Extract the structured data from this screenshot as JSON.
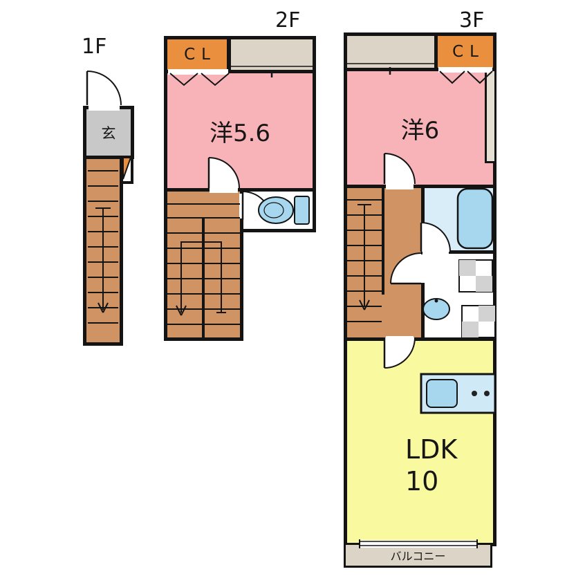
{
  "plan": {
    "floors": {
      "f1": {
        "label": "1F",
        "genkan": "玄"
      },
      "f2": {
        "label": "2F",
        "closet": "CL",
        "room": "洋5.6"
      },
      "f3": {
        "label": "3F",
        "closet": "CL",
        "room": "洋6",
        "ldk": "LDK",
        "ldk_size": "10",
        "balcony": "バルコニー"
      }
    },
    "colors": {
      "wall": "#141414",
      "room_pink": "#f8b3b9",
      "closet_orange": "#e98f3e",
      "stairs_brown": "#cf9364",
      "ldk_yellow": "#f9f9a0",
      "genkan_gray": "#c8c8c8",
      "ledge_beige": "#dcd4c6",
      "bath_blue": "#d8edf8",
      "fixture_blue": "#a6d7ee"
    }
  }
}
